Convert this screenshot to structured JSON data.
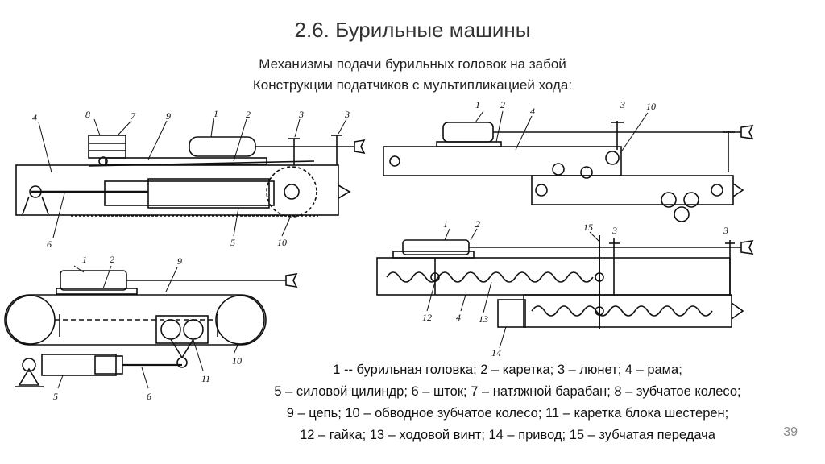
{
  "slide": {
    "title": "2.6. Бурильные машины",
    "subtitle_1": "Механизмы подачи бурильных головок на забой",
    "subtitle_2": "Конструкции податчиков с мультипликацией хода:",
    "page_number": "39"
  },
  "legend": [
    "1 -- бурильная головка; 2 – каретка; 3 – люнет; 4 – рама;",
    "5 – силовой цилиндр; 6 – шток; 7 – натяжной барабан; 8 – зубчатое колесо;",
    "9 – цепь; 10 – обводное зубчатое колесо; 11 – каретка блока шестерен;",
    "12 – гайка; 13 – ходовой винт; 14 – привод; 15 – зубчатая передача"
  ],
  "diagram_labels": {
    "a": [
      "4",
      "8",
      "7",
      "9",
      "1",
      "2",
      "3",
      "3",
      "6",
      "5",
      "10"
    ],
    "b": [
      "1",
      "2",
      "9",
      "5",
      "6",
      "11",
      "10"
    ],
    "c": [
      "1",
      "2",
      "4",
      "3",
      "10"
    ],
    "d": [
      "1",
      "2",
      "15",
      "3",
      "3",
      "12",
      "4",
      "13",
      "14"
    ]
  }
}
